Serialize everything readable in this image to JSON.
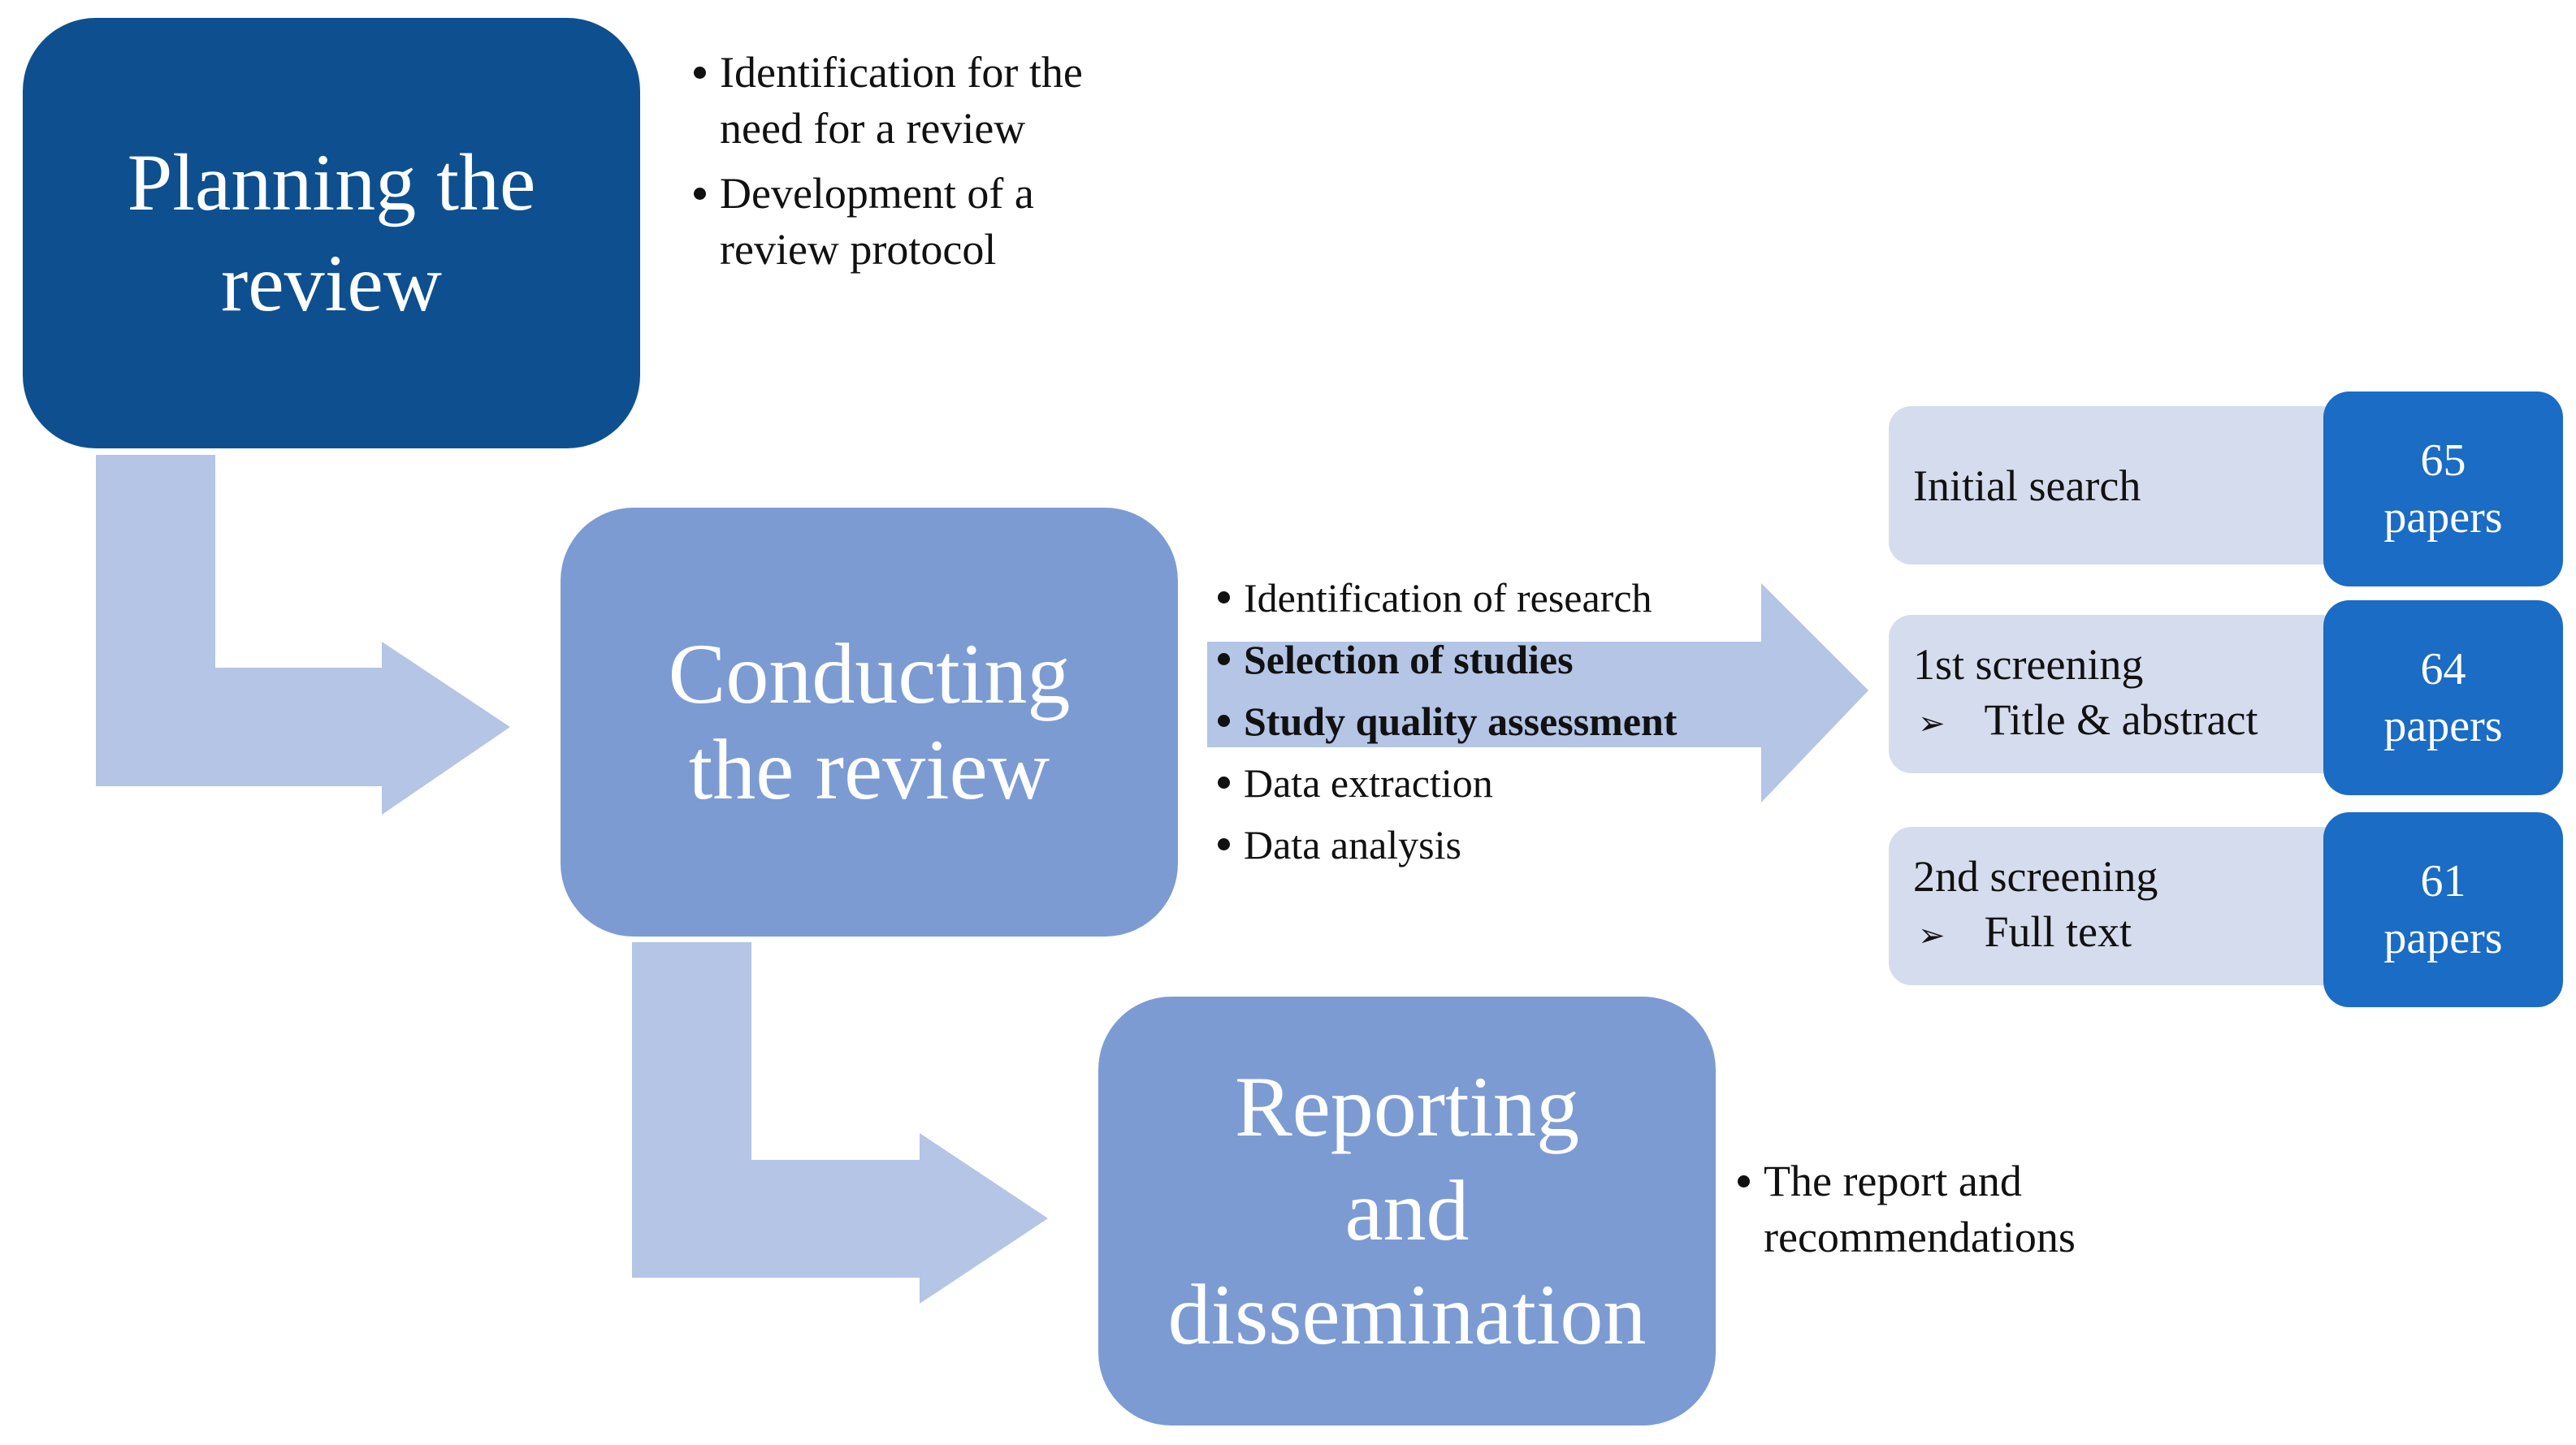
{
  "colors": {
    "planning_box": "#0E4F90",
    "stage_box": "#7C9BD3",
    "arrow": "#B4C5E5",
    "screen_label": "#D5DCED",
    "screen_count": "#1A6CC5"
  },
  "planning": {
    "title_line1": "Planning the",
    "title_line2": "review",
    "bullets": [
      {
        "line1": "Identification for the",
        "line2": "need for a review"
      },
      {
        "line1": "Development of a",
        "line2": "review protocol"
      }
    ]
  },
  "conducting": {
    "title_line1": "Conducting",
    "title_line2": "the review",
    "bullets": [
      "Identification of research",
      "Selection of studies",
      "Study quality assessment",
      "Data extraction",
      "Data analysis"
    ]
  },
  "reporting": {
    "title_line1": "Reporting",
    "title_line2": "and",
    "title_line3": "dissemination",
    "bullets": [
      {
        "line1": "The report and",
        "line2": "recommendations"
      }
    ]
  },
  "screening": [
    {
      "label": "Initial search",
      "sub": "",
      "count": "65",
      "unit": "papers"
    },
    {
      "label": "1st screening",
      "sub": "Title & abstract",
      "count": "64",
      "unit": "papers"
    },
    {
      "label": "2nd screening",
      "sub": "Full text",
      "count": "61",
      "unit": "papers"
    }
  ],
  "icons": {
    "sub_marker": "➢"
  }
}
